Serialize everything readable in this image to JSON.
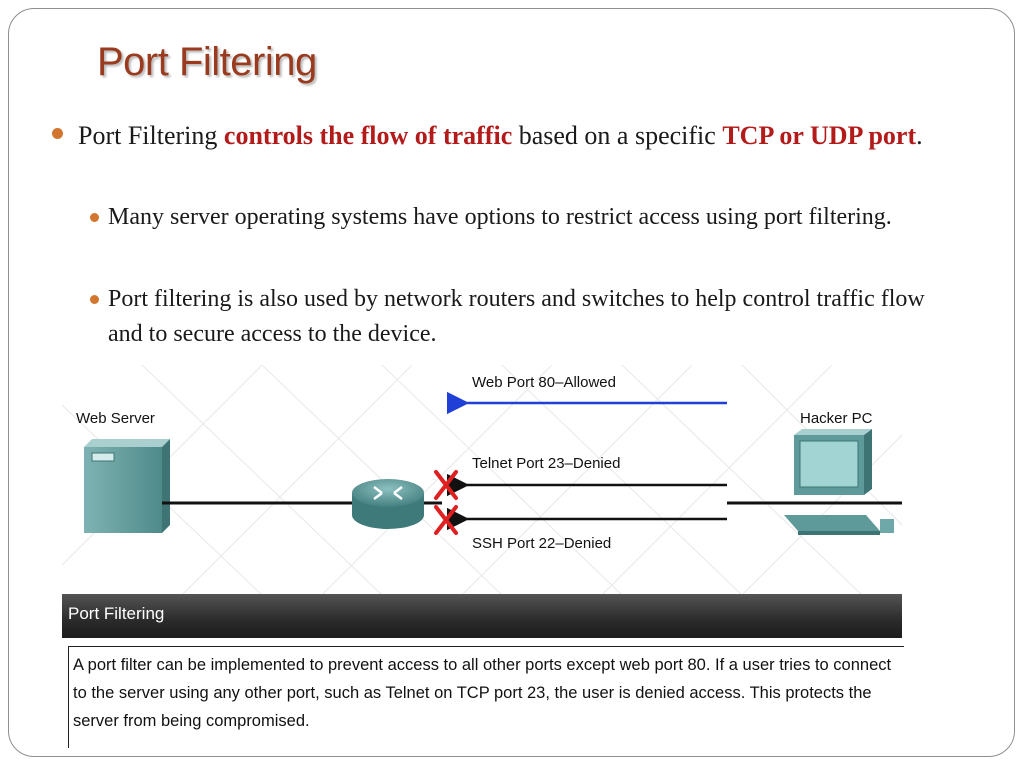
{
  "slide": {
    "title": "Port Filtering",
    "bullet1": {
      "prefix": "Port Filtering ",
      "highlight1": "controls the flow of traffic",
      "middle": " based on a specific ",
      "highlight2": "TCP or UDP port",
      "suffix": "."
    },
    "subbullets": [
      "Many server operating systems have options to restrict access using port filtering.",
      "Port filtering is also used by network routers and switches to help control traffic flow and to secure access to the device."
    ]
  },
  "diagram": {
    "web_server_label": "Web Server",
    "hacker_pc_label": "Hacker PC",
    "flows": [
      {
        "label": "Web Port 80–Allowed",
        "status": "allowed",
        "color": "#1f3fd6"
      },
      {
        "label": "Telnet Port 23–Denied",
        "status": "denied",
        "color": "#111111"
      },
      {
        "label": "SSH Port 22–Denied",
        "status": "denied",
        "color": "#111111"
      }
    ],
    "deny_mark_color": "#e02020",
    "device_color": "#5e9a9a"
  },
  "info": {
    "header": "Port Filtering",
    "body": "A port filter can be implemented to prevent access to all other ports except web port 80. If a user tries to connect to the server using any other port, such as Telnet on TCP port 23, the user is denied access. This protects the server from being compromised."
  },
  "colors": {
    "title": "#9a3a1e",
    "highlight": "#b31b1b",
    "bullet": "#d2762f"
  }
}
